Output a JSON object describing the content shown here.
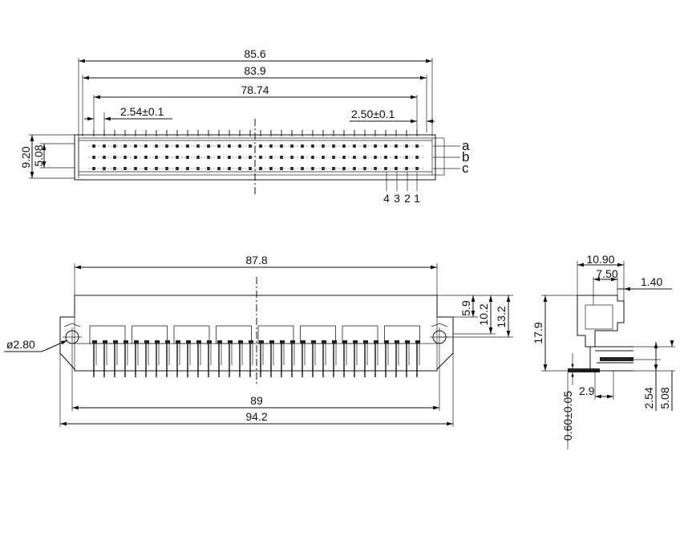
{
  "top_view": {
    "dims": {
      "overall_width": "85.6",
      "pin_span_outer": "83.9",
      "pin_span": "78.74",
      "pitch_left": "2.54±0.1",
      "pitch_right": "2.50±0.1",
      "height_outer": "9.20",
      "row_spacing": "5.08"
    },
    "row_labels": [
      "a",
      "b",
      "c"
    ],
    "column_numbers": [
      "4",
      "3",
      "2",
      "1"
    ]
  },
  "front_view": {
    "dims": {
      "body_width": "87.8",
      "mount_hole_spacing": "89",
      "flange_width": "94.2",
      "hole_diameter": "ø2.80",
      "h_small": "5.9",
      "h_mid": "10.2",
      "h_large": "13.2"
    }
  },
  "side_view": {
    "dims": {
      "depth_total": "10.90",
      "depth_inner": "7.50",
      "wall": "1.40",
      "height": "17.9",
      "pin_offset": "2.9",
      "pin_pitch": "2.54",
      "pin_span": "5.08",
      "pin_thickness": "0.60±0.05"
    }
  }
}
